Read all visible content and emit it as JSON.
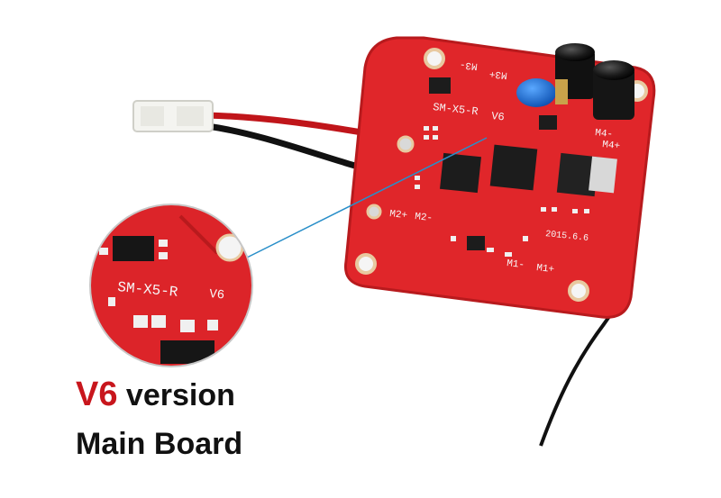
{
  "caption": {
    "highlight": "V6",
    "line1_rest": " version",
    "line2": "Main Board"
  },
  "board": {
    "silkscreen_model": "SM-X5-R",
    "silkscreen_version": "V6",
    "motor_labels": [
      "M3-",
      "M3+",
      "M4-",
      "M4+",
      "M2+",
      "M2-",
      "M1-",
      "M1+"
    ],
    "date_mark": "2015.6.6"
  },
  "colors": {
    "pcb": "#e0262a",
    "pcb_dark": "#b81a1d",
    "caption_accent": "#c8161d",
    "leader_line": "#2a8fc9"
  }
}
